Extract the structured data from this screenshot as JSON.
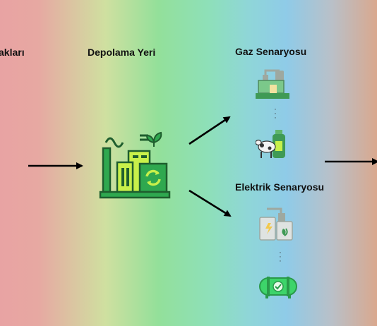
{
  "labels": {
    "left_partial": "akları",
    "storage": "Depolama Yeri",
    "gas_scenario": "Gaz Senaryosu",
    "electric_scenario": "Elektrik Senaryosu"
  },
  "colors": {
    "bg_left": "#e8a3a3",
    "bg_center": "#93e09a",
    "bg_right_center": "#8fcbe8",
    "bg_right": "#d9a88e",
    "icon_green": "#2fa84f",
    "icon_dark_green": "#1f5e2e",
    "icon_light_green": "#c8f04a",
    "arrow": "#000000"
  },
  "icons": {
    "storage": "factory-recycle-icon",
    "gas_top": "biogas-plant-icon",
    "gas_bottom": "cow-gas-cylinder-icon",
    "electric_top": "power-plant-leaf-icon",
    "electric_bottom": "green-energy-tank-icon"
  },
  "dots": [
    "·",
    "·",
    "·"
  ]
}
